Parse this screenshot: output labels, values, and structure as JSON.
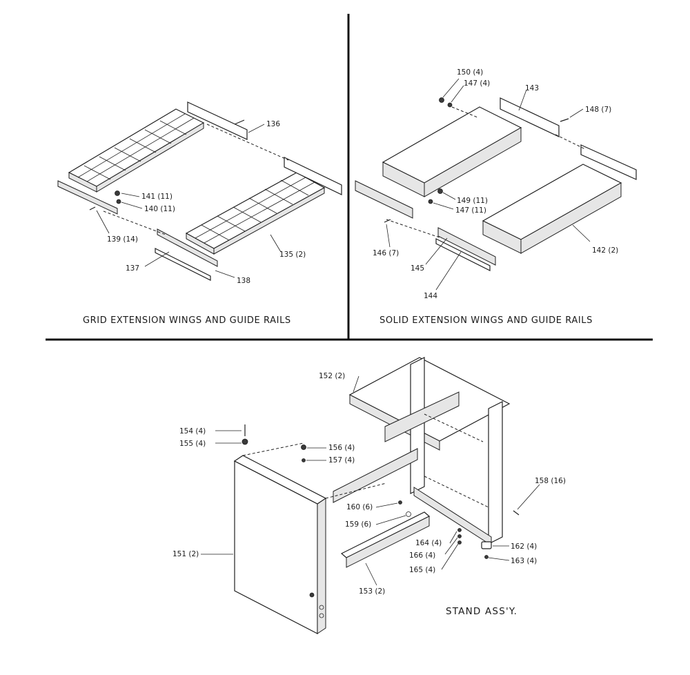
{
  "captions": {
    "grid": "GRID EXTENSION WINGS AND GUIDE RAILS",
    "solid": "SOLID EXTENSION WINGS AND GUIDE RAILS",
    "stand": "STAND ASS'Y."
  },
  "callouts": {
    "p135": "135 (2)",
    "p136": "136",
    "p137": "137",
    "p138": "138",
    "p139": "139 (14)",
    "p140": "140 (11)",
    "p141": "141 (11)",
    "p142": "142 (2)",
    "p143": "143",
    "p144": "144",
    "p145": "145",
    "p146": "146 (7)",
    "p147a": "147 (4)",
    "p147b": "147 (11)",
    "p148": "148 (7)",
    "p149": "149 (11)",
    "p150": "150 (4)",
    "p151": "151 (2)",
    "p152": "152 (2)",
    "p153": "153 (2)",
    "p154": "154 (4)",
    "p155": "155 (4)",
    "p156": "156 (4)",
    "p157": "157 (4)",
    "p158": "158 (16)",
    "p159": "159 (6)",
    "p160": "160 (6)",
    "p162": "162 (4)",
    "p163": "163 (4)",
    "p164": "164 (4)",
    "p165": "165 (4)",
    "p166": "166 (4)"
  }
}
